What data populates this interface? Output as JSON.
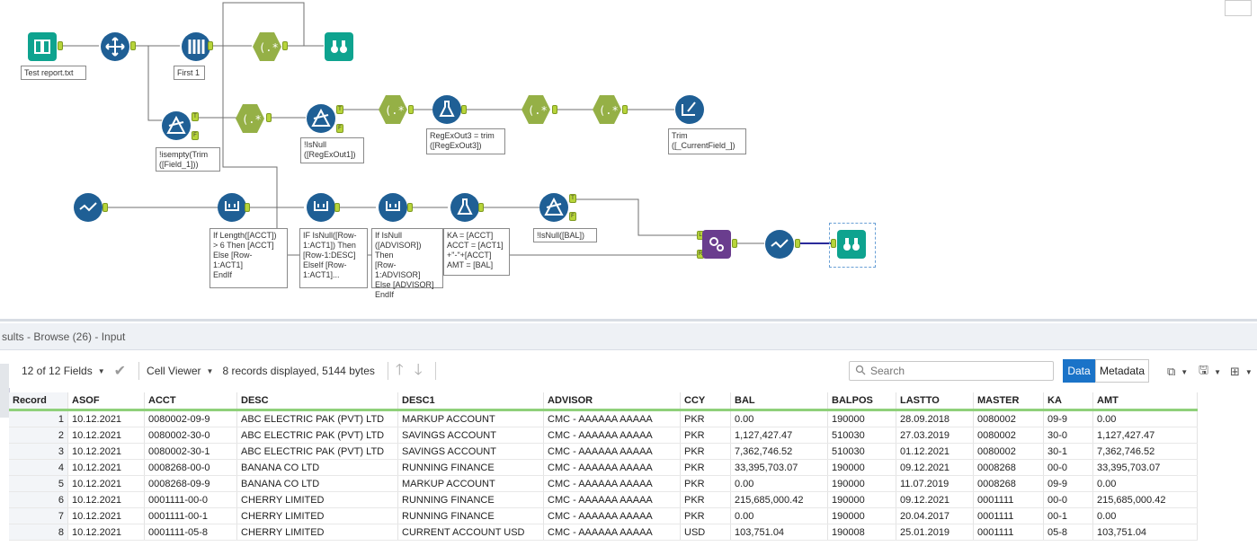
{
  "canvas": {
    "labels": {
      "input": "Test report.txt",
      "sample": "First 1",
      "filter1": "!isempty(Trim\n([Field_1]))",
      "filter2": "!IsNull\n([RegExOut1])",
      "formula1": "RegExOut3 = trim\n([RegExOut3])",
      "datacleanse": "Trim\n([_CurrentField_])",
      "mrf1": "If Length([ACCT])\n> 6 Then [ACCT]\nElse [Row-\n1:ACT1]\nEndIf",
      "mrf2": "IF IsNull([Row-\n1:ACT1]) Then\n[Row-1:DESC]\nElseIf [Row-\n1:ACT1]...",
      "mrf3": "If IsNull\n([ADVISOR]) Then\n[Row-1:ADVISOR]\nElse [ADVISOR]\nEndIf",
      "formula2": "KA = [ACCT]\nACCT = [ACT1]\n+\"-\"+[ACCT]\nAMT = [BAL]",
      "filter3": "!IsNull([BAL])"
    },
    "anchor_labels": {
      "true": "T",
      "false": "F",
      "left": "L",
      "right": "R"
    }
  },
  "results": {
    "title": "sults - Browse (26) - Input",
    "fields_label": "12 of 12 Fields",
    "viewer_label": "Cell Viewer",
    "records_info": "8 records displayed, 5144 bytes",
    "search_placeholder": "Search",
    "data_tab": "Data",
    "metadata_tab": "Metadata"
  },
  "table": {
    "columns": [
      "Record",
      "ASOF",
      "ACCT",
      "DESC",
      "DESC1",
      "ADVISOR",
      "CCY",
      "BAL",
      "BALPOS",
      "LASTTO",
      "MASTER",
      "KA",
      "AMT"
    ],
    "rows": [
      [
        "1",
        "10.12.2021",
        "0080002-09-9",
        "ABC ELECTRIC PAK (PVT) LTD",
        "MARKUP ACCOUNT",
        "CMC - AAAAAA AAAAA",
        "PKR",
        "0.00",
        "190000",
        "28.09.2018",
        "0080002",
        "09-9",
        "0.00"
      ],
      [
        "2",
        "10.12.2021",
        "0080002-30-0",
        "ABC ELECTRIC PAK (PVT) LTD",
        "SAVINGS ACCOUNT",
        "CMC - AAAAAA AAAAA",
        "PKR",
        "1,127,427.47",
        "510030",
        "27.03.2019",
        "0080002",
        "30-0",
        "1,127,427.47"
      ],
      [
        "3",
        "10.12.2021",
        "0080002-30-1",
        "ABC ELECTRIC PAK (PVT) LTD",
        "SAVINGS ACCOUNT",
        "CMC - AAAAAA AAAAA",
        "PKR",
        "7,362,746.52",
        "510030",
        "01.12.2021",
        "0080002",
        "30-1",
        "7,362,746.52"
      ],
      [
        "4",
        "10.12.2021",
        "0008268-00-0",
        "BANANA CO LTD",
        "RUNNING FINANCE",
        "CMC - AAAAAA AAAAA",
        "PKR",
        "33,395,703.07",
        "190000",
        "09.12.2021",
        "0008268",
        "00-0",
        "33,395,703.07"
      ],
      [
        "5",
        "10.12.2021",
        "0008268-09-9",
        "BANANA CO LTD",
        "MARKUP ACCOUNT",
        "CMC - AAAAAA AAAAA",
        "PKR",
        "0.00",
        "190000",
        "11.07.2019",
        "0008268",
        "09-9",
        "0.00"
      ],
      [
        "6",
        "10.12.2021",
        "0001111-00-0",
        "CHERRY LIMITED",
        "RUNNING FINANCE",
        "CMC - AAAAAA AAAAA",
        "PKR",
        "215,685,000.42",
        "190000",
        "09.12.2021",
        "0001111",
        "00-0",
        "215,685,000.42"
      ],
      [
        "7",
        "10.12.2021",
        "0001111-00-1",
        "CHERRY LIMITED",
        "RUNNING FINANCE",
        "CMC - AAAAAA AAAAA",
        "PKR",
        "0.00",
        "190000",
        "20.04.2017",
        "0001111",
        "00-1",
        "0.00"
      ],
      [
        "8",
        "10.12.2021",
        "0001111-05-8",
        "CHERRY LIMITED",
        "CURRENT ACCOUNT USD",
        "CMC - AAAAAA AAAAA",
        "USD",
        "103,751.04",
        "190008",
        "25.01.2019",
        "0001111",
        "05-8",
        "103,751.04"
      ]
    ]
  },
  "colors": {
    "tool_blue": "#1f5f95",
    "tool_green": "#0ea38f",
    "tool_olive": "#95b046",
    "tool_purple": "#6a3d8e",
    "accent": "#1a73c8",
    "header_underline": "#8fd07a"
  }
}
